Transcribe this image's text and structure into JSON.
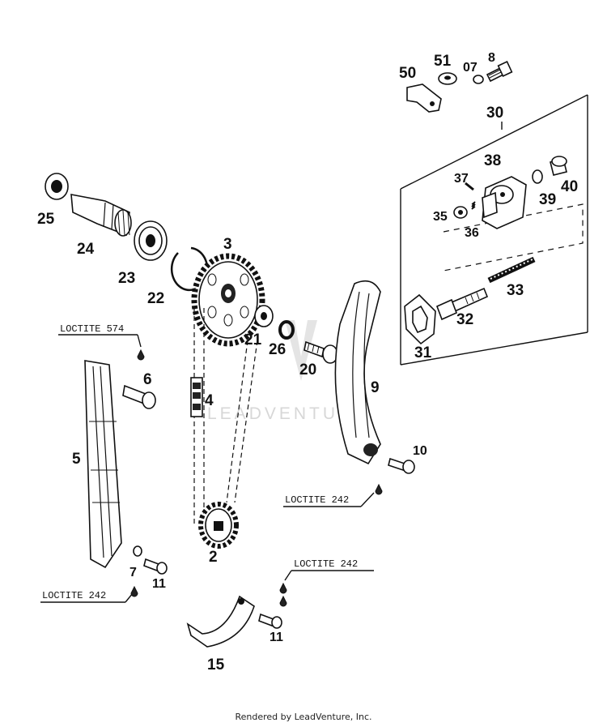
{
  "callouts": {
    "c50": "50",
    "c51": "51",
    "c07": "07",
    "c8": "8",
    "c30": "30",
    "c38": "38",
    "c37": "37",
    "c40": "40",
    "c39": "39",
    "c35": "35",
    "c36": "36",
    "c33": "33",
    "c32": "32",
    "c31": "31",
    "c25": "25",
    "c24": "24",
    "c23": "23",
    "c22": "22",
    "c3": "3",
    "c21": "21",
    "c26": "26",
    "c20": "20",
    "c9": "9",
    "c6": "6",
    "c4": "4",
    "c5": "5",
    "c10": "10",
    "c2": "2",
    "c7": "7",
    "c11a": "11",
    "c11b": "11",
    "c15": "15"
  },
  "notes": {
    "loctite_574": "LOCTITE 574",
    "loctite_242_a": "LOCTITE 242",
    "loctite_242_b": "LOCTITE 242",
    "loctite_242_c": "LOCTITE 242"
  },
  "watermark": "LEADVENTURE",
  "footer": "Rendered by LeadVenture, Inc."
}
